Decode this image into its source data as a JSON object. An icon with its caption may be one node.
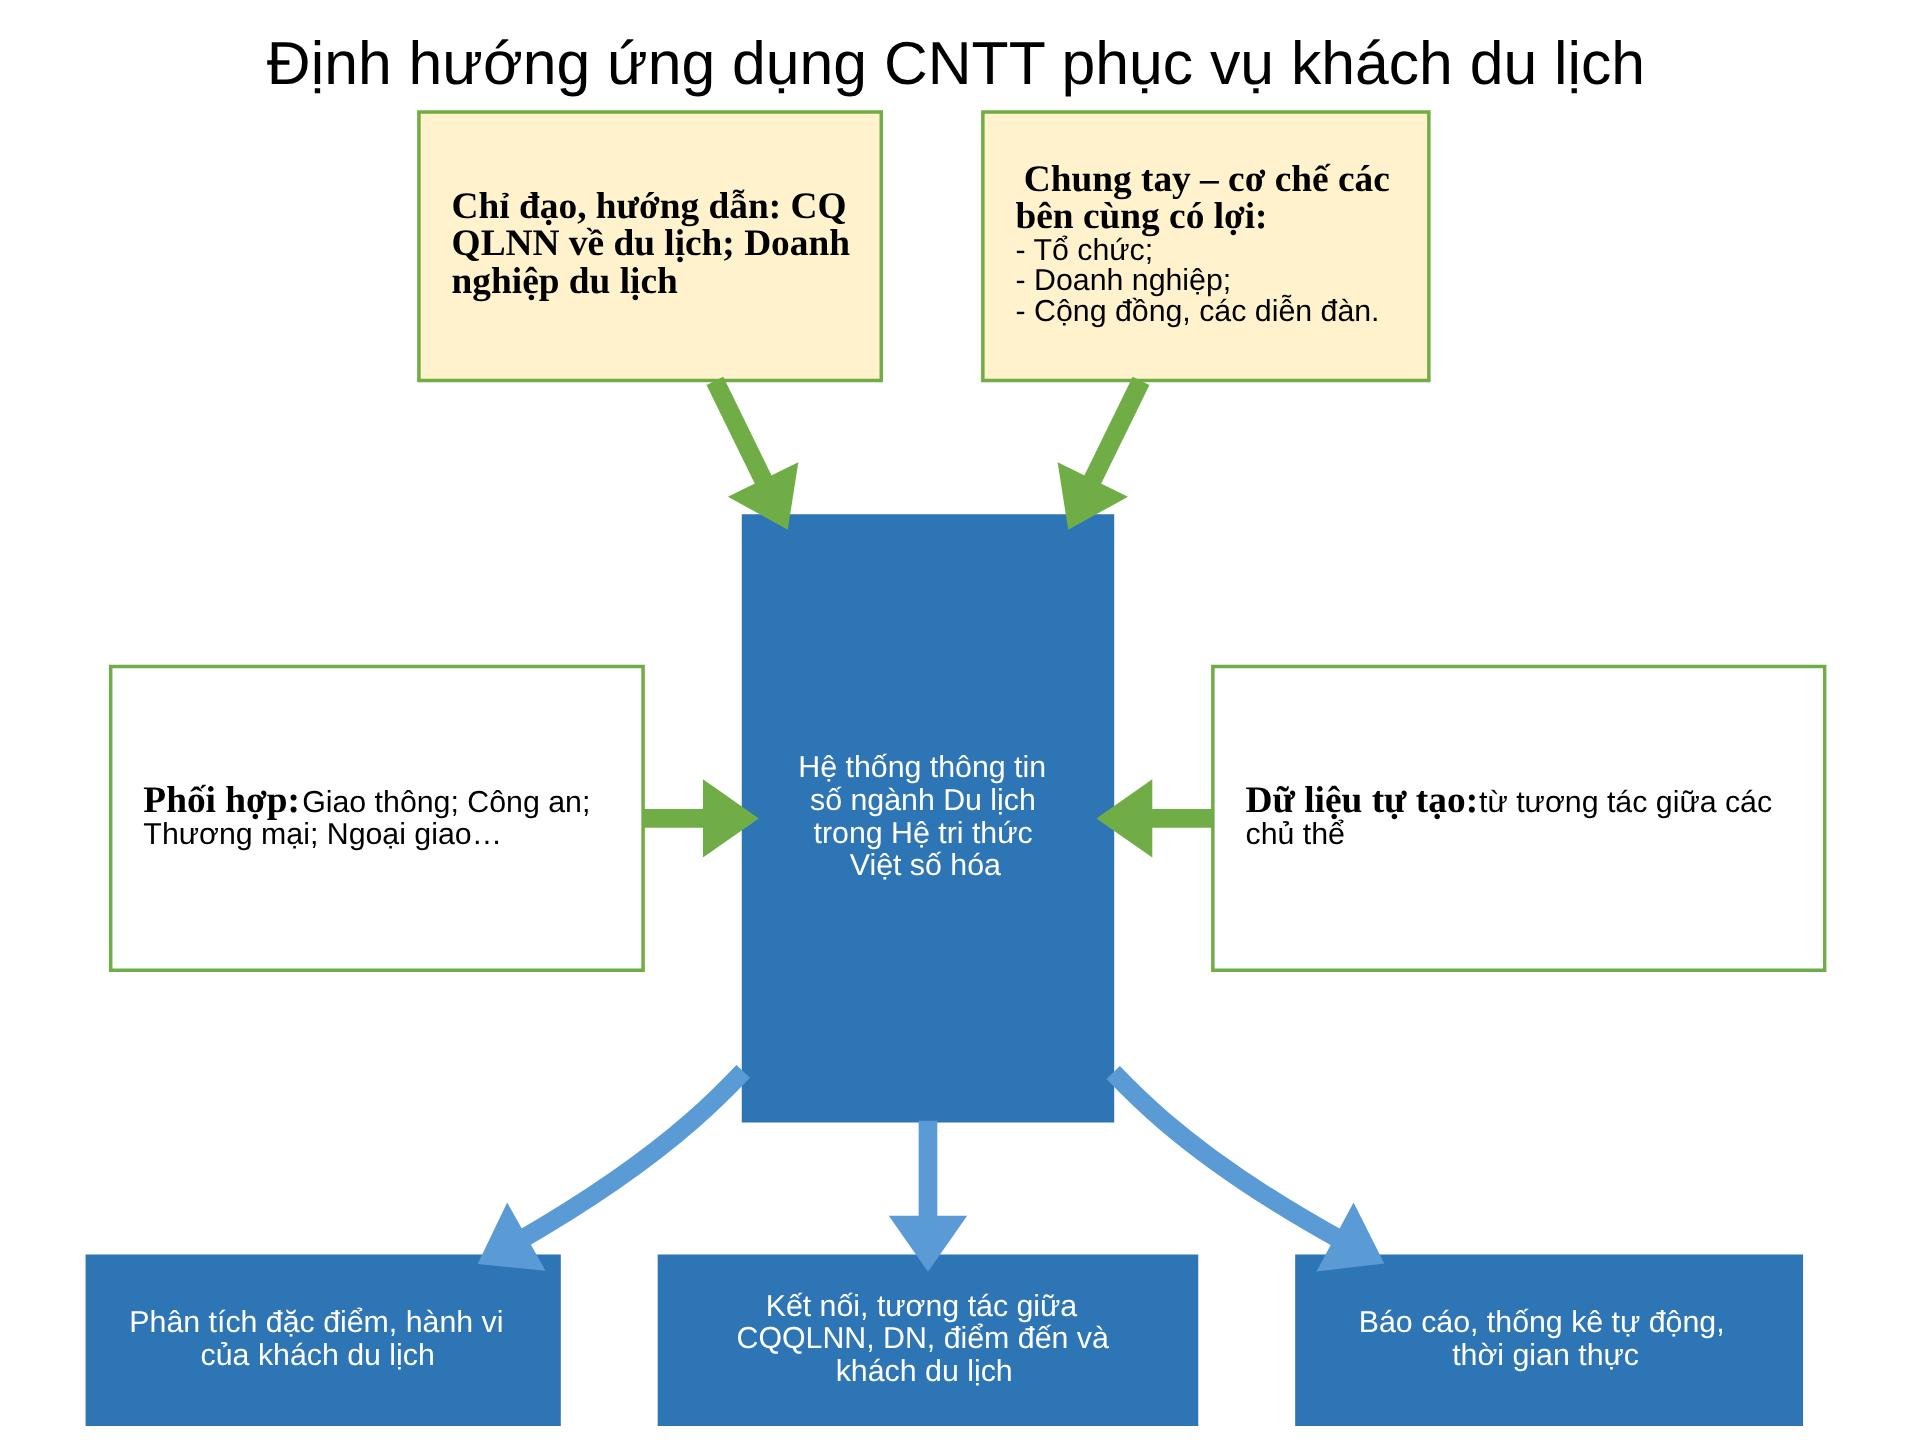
{
  "diagram": {
    "title": "Định hướng ứng dụng CNTT phục vụ khách du lịch",
    "nodes": [
      {
        "text": [
          "Chỉ đạo, hướng dẫn: CQ QLNN về du lịch; Doanh nghiệp du lịch"
        ]
      },
      {
        "text": [
          "Hệ thống thông tin số ngành Du lịch trong Hệ tri thức Việt số hóa"
        ]
      },
      {
        "text": [
          "Chung tay – cơ chế các bên cùng có lợi:",
          "- Tổ chức;",
          "- Doanh nghiệp;",
          "- Cộng đồng, các diễn đàn."
        ]
      },
      {
        "text": [
          "Phối hợp:",
          "Giao thông; Công an; Thương mại; Ngoại giao…"
        ]
      },
      {
        "text": [
          "Dữ liệu tự tạo:",
          "từ tương tác giữa các chủ thể"
        ]
      },
      {
        "text": [
          "Phân tích đặc điểm, hành vi của khách du lịch"
        ]
      },
      {
        "text": [
          "Kết nối, tương tác giữa CQQLNN, DN, điểm đến và khách du lịch"
        ]
      },
      {
        "text": [
          "Báo cáo, thống kê tự động, thời gian thực"
        ]
      }
    ],
    "edges": [
      {
        "from": 0,
        "to": 1,
        "arrow": "to"
      },
      {
        "from": 2,
        "to": 1,
        "arrow": "to"
      },
      {
        "from": 3,
        "to": 1,
        "arrow": "to"
      },
      {
        "from": 4,
        "to": 1,
        "arrow": "to"
      },
      {
        "from": 1,
        "to": 5,
        "arrow": "to",
        "color": "#5b9bd5"
      },
      {
        "from": 1,
        "to": 6,
        "arrow": "to",
        "color": "#5b9bd5"
      },
      {
        "from": 1,
        "to": 7,
        "arrow": "to",
        "color": "#5b9bd5"
      }
    ]
  }
}
